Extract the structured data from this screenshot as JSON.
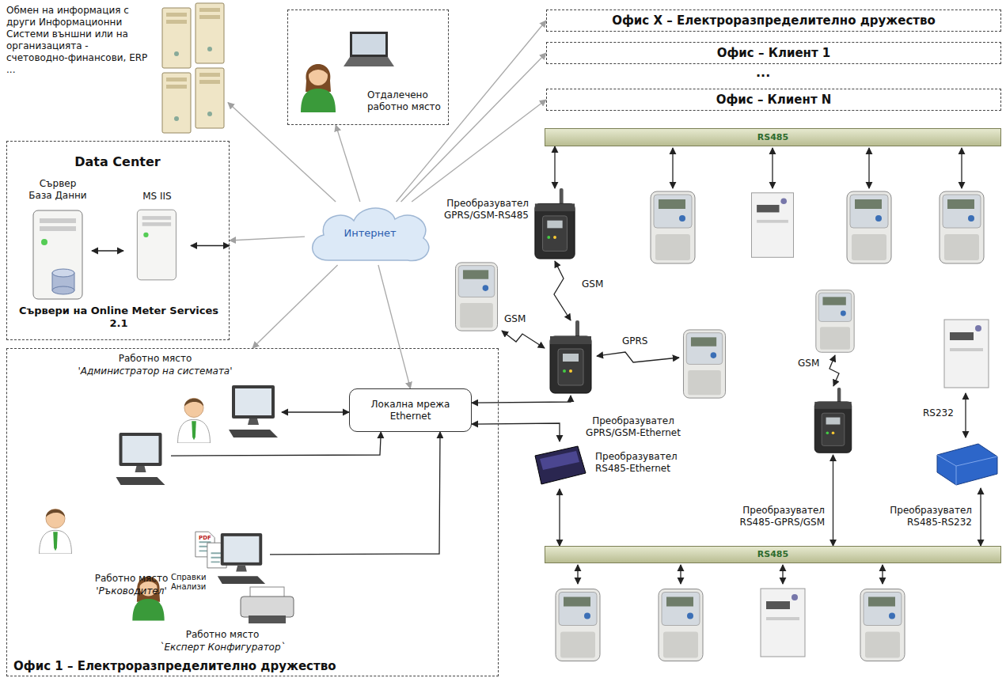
{
  "diagram": {
    "nodes": [
      {
        "text": [
          "Обмен на информация с други Информационни Системи външни или на организацията - счетоводно-финансови, ERP ..."
        ]
      },
      {
        "text": [
          "Отдалечено работно място"
        ]
      },
      {
        "text": [
          "Офис X – Електроразпределително дружество"
        ]
      },
      {
        "text": [
          "Офис – Клиент 1"
        ]
      },
      {
        "text": [
          "Офис – Клиент N"
        ]
      },
      {
        "text": [
          "Data Center",
          "Сървери на Online Meter Services 2.1"
        ]
      },
      {
        "text": [
          "Сървер База Данни"
        ],
        "in": 5
      },
      {
        "text": [
          "MS IIS"
        ],
        "in": 5
      },
      {
        "text": [
          "Интернет"
        ]
      },
      {
        "text": [
          "Офис 1 – Електроразпределително дружество"
        ]
      },
      {
        "text": [
          "Работно място",
          "'Администратор на системата'"
        ],
        "in": 9
      },
      {
        "text": [
          "Локална мрежа",
          "Ethernet"
        ],
        "in": 9
      },
      {
        "text": [
          "Работно място",
          "'Ръководител'"
        ],
        "in": 9
      },
      {
        "text": [
          "Работно място",
          "`Експерт Конфигуратор`"
        ],
        "in": 9
      },
      {
        "text": [
          "RS485"
        ]
      },
      {
        "text": [
          "Преобразувател GPRS/GSM-RS485"
        ]
      },
      {
        "text": [
          "Преобразувател GPRS/GSM-Ethernet"
        ]
      },
      {
        "text": [
          "Преобразувател RS485-Ethernet"
        ]
      },
      {
        "text": [
          "Преобразувател RS485-GPRS/GSM"
        ]
      },
      {
        "text": [
          "Преобразувател RS485-RS232"
        ]
      },
      {
        "text": [
          "RS485"
        ]
      }
    ],
    "edges": [
      {
        "from": 8,
        "to": 0,
        "arrow": "to"
      },
      {
        "from": 8,
        "to": 1,
        "arrow": "to"
      },
      {
        "from": 8,
        "to": 2,
        "arrow": "to"
      },
      {
        "from": 8,
        "to": 3,
        "arrow": "to"
      },
      {
        "from": 8,
        "to": 4,
        "arrow": "to"
      },
      {
        "from": 8,
        "to": 5,
        "arrow": "to"
      },
      {
        "from": 8,
        "to": 9,
        "arrow": "to"
      },
      {
        "from": 8,
        "to": 11,
        "arrow": "to"
      },
      {
        "from": 6,
        "to": 7,
        "arrow": "both"
      },
      {
        "from": 7,
        "to": 5,
        "arrow": "both"
      },
      {
        "from": 10,
        "to": 11,
        "arrow": "both"
      },
      {
        "from": 12,
        "to": 11,
        "arrow": "to"
      },
      {
        "from": 13,
        "to": 11,
        "arrow": "to"
      },
      {
        "from": 11,
        "to": 16,
        "arrow": "both"
      },
      {
        "from": 11,
        "to": 17,
        "arrow": "both"
      },
      {
        "from": 15,
        "to": 14,
        "arrow": "both"
      },
      {
        "from": 15,
        "to": 16,
        "label": "GSM",
        "arrow": "both"
      },
      {
        "from": 17,
        "to": 20,
        "arrow": "both"
      },
      {
        "from": 18,
        "to": 20,
        "arrow": "both"
      },
      {
        "from": 19,
        "to": 20,
        "arrow": "both"
      }
    ],
    "labels": [
      "...",
      "GSM",
      "GPRS",
      "GSM",
      "RS232",
      "Справки Анализи",
      "PDF"
    ]
  }
}
